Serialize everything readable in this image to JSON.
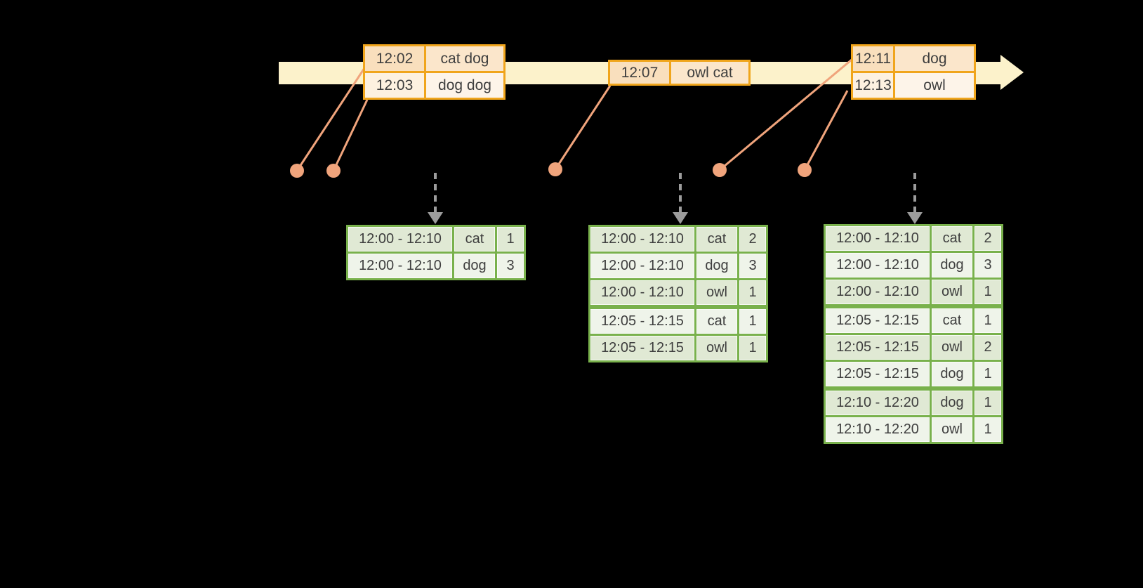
{
  "colors": {
    "background": "#000000",
    "timeline_band": "#fcf2cb",
    "event_border": "#f0a51c",
    "event_row_peach_time": "#f9dfbd",
    "event_row_peach_word": "#fbe6cb",
    "event_row_cream_time": "#fdf1e0",
    "event_row_cream_word": "#fdf4e9",
    "connector": "#f0a47c",
    "trigger_arrow": "#9c9c9c",
    "result_border": "#79b14c",
    "result_row_dark": "#e0e9d4",
    "result_row_light": "#eff4ea",
    "text": "#3e3e3e"
  },
  "timeline": {
    "event_tables": [
      {
        "rows": [
          {
            "time": "12:02",
            "words": "cat dog"
          },
          {
            "time": "12:03",
            "words": "dog dog"
          }
        ]
      },
      {
        "rows": [
          {
            "time": "12:07",
            "words": "owl cat"
          }
        ]
      },
      {
        "rows": [
          {
            "time": "12:11",
            "words": "dog"
          },
          {
            "time": "12:13",
            "words": "owl"
          }
        ]
      }
    ]
  },
  "result_tables": [
    {
      "rows": [
        [
          "12:00 - 12:10",
          "cat",
          "1"
        ],
        [
          "12:00 - 12:10",
          "dog",
          "3"
        ]
      ],
      "group_starts": []
    },
    {
      "rows": [
        [
          "12:00 - 12:10",
          "cat",
          "2"
        ],
        [
          "12:00 - 12:10",
          "dog",
          "3"
        ],
        [
          "12:00 - 12:10",
          "owl",
          "1"
        ],
        [
          "12:05 - 12:15",
          "cat",
          "1"
        ],
        [
          "12:05 - 12:15",
          "owl",
          "1"
        ]
      ],
      "group_starts": [
        3
      ]
    },
    {
      "rows": [
        [
          "12:00 - 12:10",
          "cat",
          "2"
        ],
        [
          "12:00 - 12:10",
          "dog",
          "3"
        ],
        [
          "12:00 - 12:10",
          "owl",
          "1"
        ],
        [
          "12:05 - 12:15",
          "cat",
          "1"
        ],
        [
          "12:05 - 12:15",
          "owl",
          "2"
        ],
        [
          "12:05 - 12:15",
          "dog",
          "1"
        ],
        [
          "12:10 - 12:20",
          "dog",
          "1"
        ],
        [
          "12:10 - 12:20",
          "owl",
          "1"
        ]
      ],
      "group_starts": [
        3,
        6
      ]
    }
  ]
}
